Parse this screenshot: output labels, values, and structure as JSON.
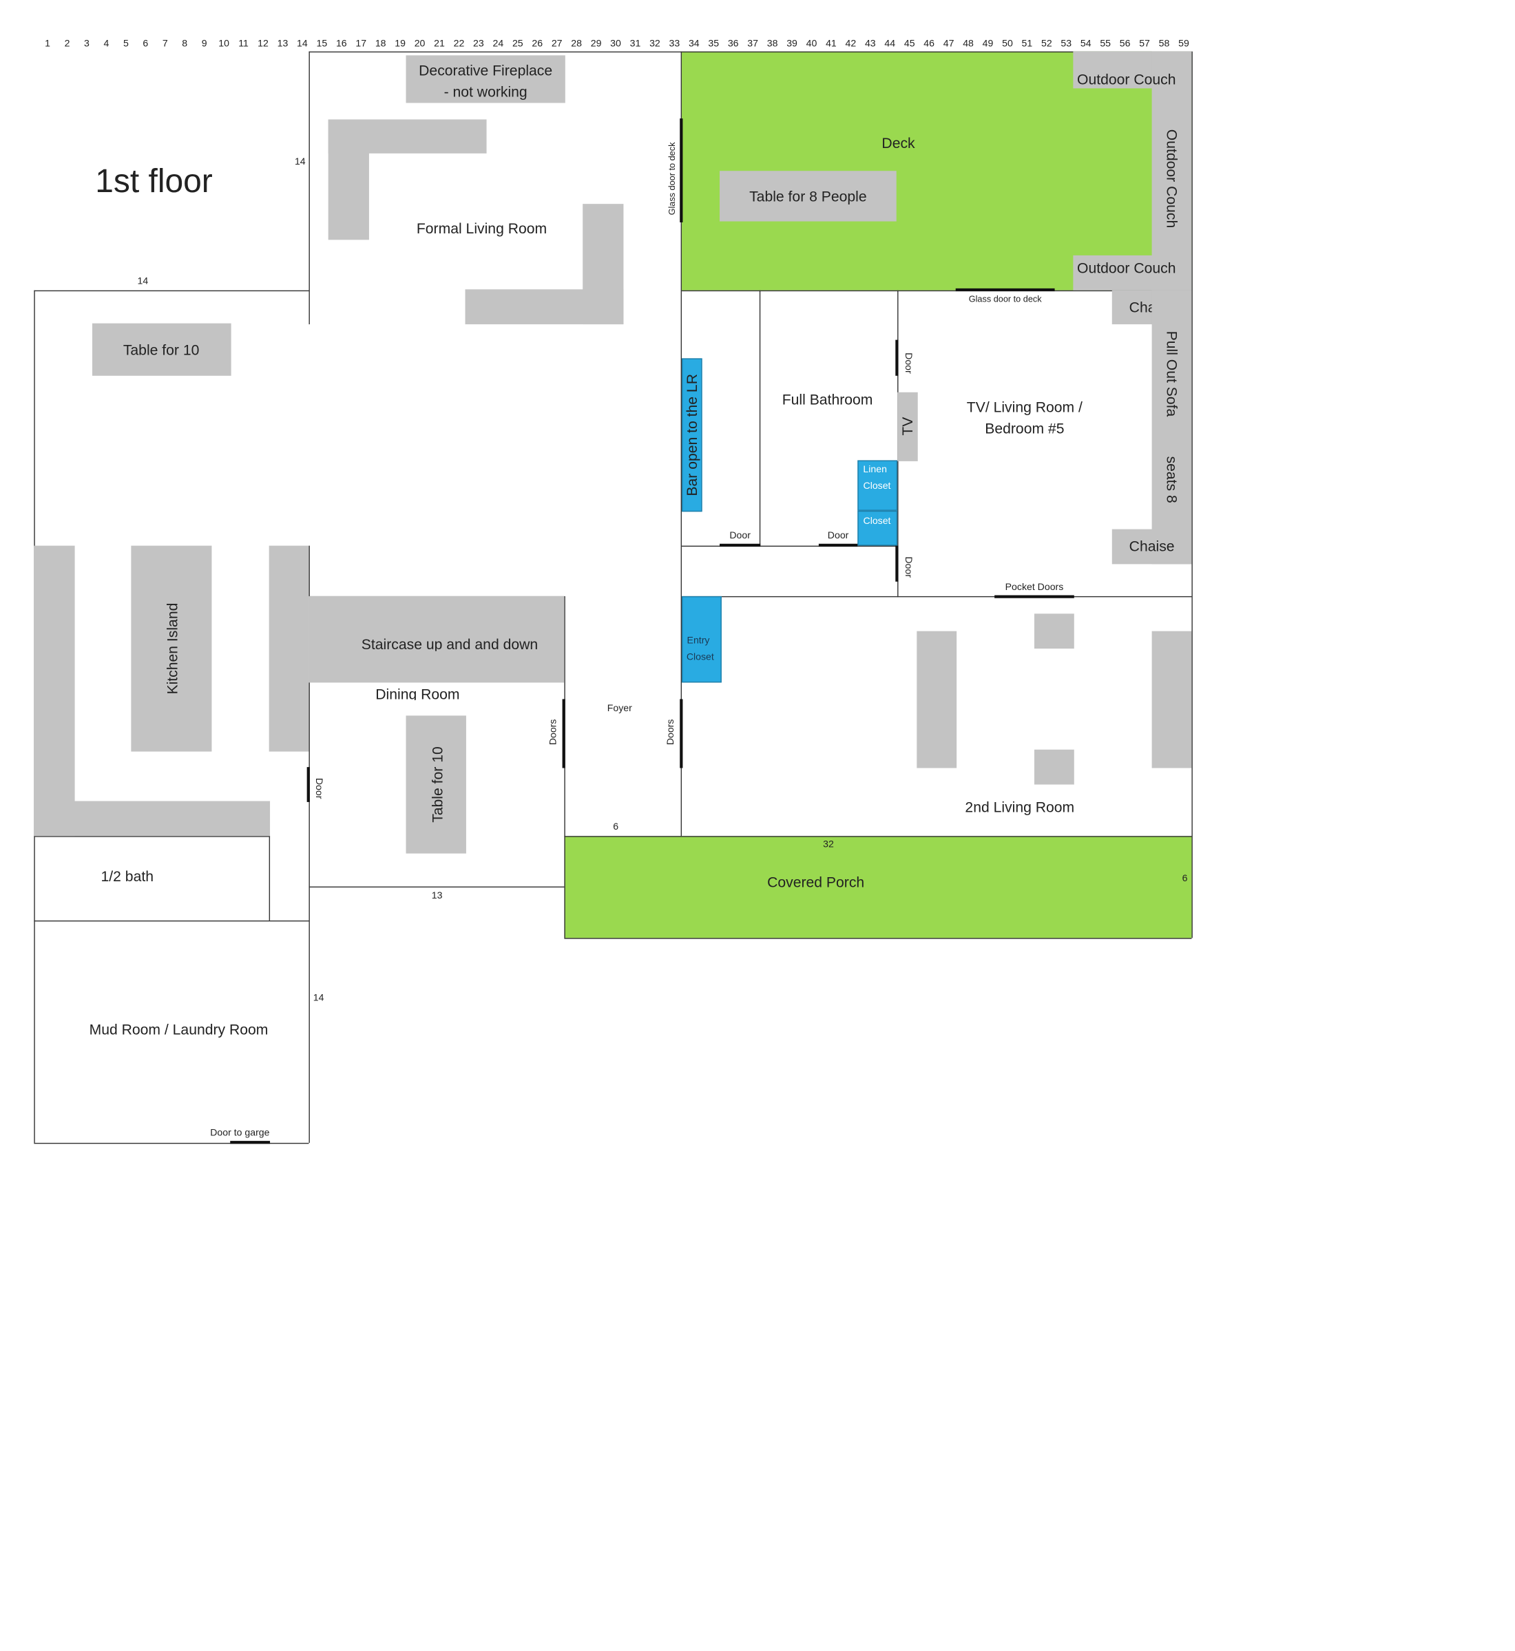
{
  "title": "1st floor",
  "ruler_start": 1,
  "ruler_end": 59,
  "dimensions": {
    "formal_living_depth": "14",
    "kitchen_width": "14",
    "mudroom_depth": "14",
    "dining_width": "13",
    "foyer_width": "6",
    "porch_length": "32",
    "porch_depth": "6"
  },
  "rooms": {
    "formal_living": "Formal Living Room",
    "fireplace_line1": "Decorative Fireplace",
    "fireplace_line2": "- not working",
    "deck": "Deck",
    "deck_table": "Table for 8 People",
    "outdoor_couch_top": "Outdoor Couch",
    "outdoor_couch_side": "Outdoor Couch",
    "outdoor_couch_bottom": "Outdoor Couch",
    "glass_door_deck_side": "Glass door to deck",
    "glass_door_deck_bottom": "Glass door to deck",
    "table_for_10_kitchen": "Table for 10",
    "kitchen_island": "Kitchen Island",
    "bar": "Bar open to the LR",
    "full_bathroom": "Full Bathroom",
    "linen_closet_1": "Linen",
    "linen_closet_2": "Closet",
    "closet": "Closet",
    "tv": "TV",
    "tv_room_line1": "TV/ Living Room /",
    "tv_room_line2": "Bedroom #5",
    "chaise_top": "Chaise",
    "chaise_bottom": "Chaise",
    "pull_out_sofa": "Pull Out Sofa",
    "seats_8": "seats 8",
    "staircase": "Staircase up and and down",
    "dining_room": "Dining Room",
    "table_for_10_dining": "Table for 10",
    "foyer": "Foyer",
    "entry_closet_1": "Entry",
    "entry_closet_2": "Closet",
    "second_living": "2nd Living Room",
    "covered_porch": "Covered Porch",
    "half_bath": "1/2 bath",
    "mud_room": "Mud Room / Laundry Room"
  },
  "doors": {
    "bar_door": "Door",
    "bath_door": "Door",
    "tv_door_upper": "Door",
    "tv_door_lower": "Door",
    "pocket_doors": "Pocket Doors",
    "dining_doors": "Doors",
    "foyer_doors": "Doors",
    "kitchen_dining_door": "Door",
    "garage_door": "Door to garge"
  },
  "colors": {
    "furniture": "#c3c3c3",
    "outdoor": "#9ad94f",
    "closet": "#29abe2",
    "wall": "#333333"
  }
}
